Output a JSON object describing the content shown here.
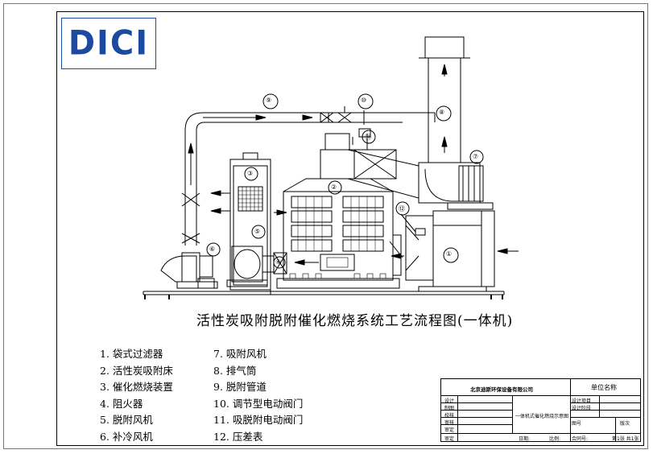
{
  "logo": {
    "text": "DICI",
    "color": "#1b4aa0"
  },
  "title": "活性炭吸附脱附催化燃烧系统工艺流程图(一体机)",
  "callouts": [
    "①",
    "②",
    "③",
    "④",
    "⑤",
    "⑥",
    "⑦",
    "⑧",
    "⑨",
    "⑩",
    "⑪",
    "⑫"
  ],
  "legend_left": [
    "1. 袋式过滤器",
    "2. 活性炭吸附床",
    "3. 催化燃烧装置",
    "4. 阻火器",
    "5. 脱附风机",
    "6. 补冷风机"
  ],
  "legend_right": [
    "7. 吸附风机",
    "8. 排气筒",
    "9. 脱附管道",
    "10. 调节型电动阀门",
    "11. 吸脱附电动阀门",
    "12. 压差表"
  ],
  "title_block": {
    "company": "北京迪斯环保设备有限公司",
    "unit_name": "单位名称",
    "drawing_name": "一体机式催化燃烧示意图",
    "rows_left": [
      "设计",
      "制图",
      "校核",
      "审核",
      "审定",
      "审定"
    ],
    "mid_right_1": "设计项目",
    "mid_right_2": "设计阶段",
    "drawing_no": "图号",
    "version": "版次",
    "date": "日期:",
    "scale": "比例:",
    "contract_no": "合同号:",
    "sheet_info": "第1张 共1张"
  }
}
